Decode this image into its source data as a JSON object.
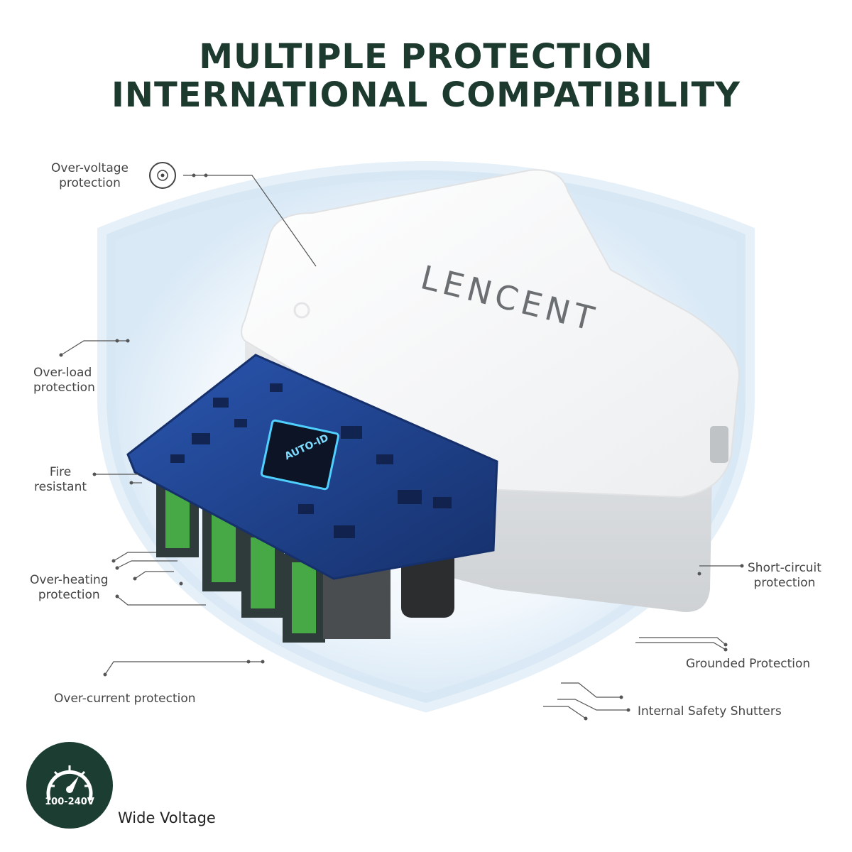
{
  "header": {
    "line1": "MULTIPLE PROTECTION",
    "line2": "INTERNATIONAL COMPATIBILITY"
  },
  "product": {
    "brand": "LENCENT",
    "chip_label": "AUTO-ID"
  },
  "features": {
    "over_voltage_1": "Over-voltage",
    "over_voltage_2": "protection",
    "over_load_1": "Over-load",
    "over_load_2": "protection",
    "fire_1": "Fire",
    "fire_2": "resistant",
    "over_heating_1": "Over-heating",
    "over_heating_2": "protection",
    "over_current": "Over-current protection",
    "short_circuit_1": "Short-circuit",
    "short_circuit_2": "protection",
    "grounded": "Grounded Protection",
    "shutters": "Internal Safety Shutters"
  },
  "badge": {
    "voltage_range": "100-240V",
    "label": "Wide Voltage",
    "icon": "speedometer-icon"
  },
  "colors": {
    "title": "#1d3a2f",
    "badge_bg": "#1c3d31",
    "board": "#1f3f8a",
    "glow": "#dbeaf7"
  }
}
